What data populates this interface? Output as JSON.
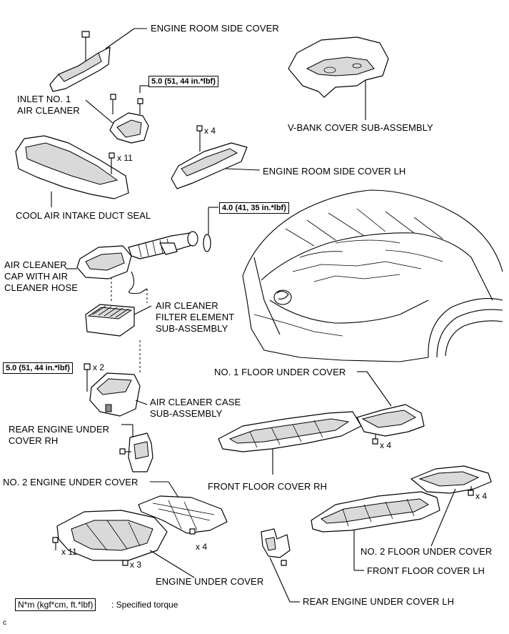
{
  "labels": {
    "engine_room_side_cover": "ENGINE ROOM SIDE COVER",
    "inlet_no1_air_cleaner": "INLET NO. 1\nAIR CLEANER",
    "v_bank_cover": "V-BANK COVER SUB-ASSEMBLY",
    "engine_room_side_cover_lh": "ENGINE ROOM SIDE COVER LH",
    "cool_air_intake_duct_seal": "COOL AIR INTAKE DUCT SEAL",
    "air_cleaner_cap": "AIR CLEANER\nCAP WITH AIR\nCLEANER HOSE",
    "air_cleaner_filter": "AIR CLEANER\nFILTER ELEMENT\nSUB-ASSEMBLY",
    "air_cleaner_case": "AIR CLEANER CASE\nSUB-ASSEMBLY",
    "no1_floor_under_cover": "NO. 1 FLOOR UNDER COVER",
    "rear_engine_under_cover_rh": "REAR ENGINE UNDER\nCOVER RH",
    "no2_engine_under_cover": "NO. 2 ENGINE UNDER COVER",
    "front_floor_cover_rh": "FRONT FLOOR COVER RH",
    "no2_floor_under_cover": "NO. 2 FLOOR UNDER COVER",
    "front_floor_cover_lh": "FRONT FLOOR COVER LH",
    "engine_under_cover": "ENGINE UNDER COVER",
    "rear_engine_under_cover_lh": "REAR ENGINE UNDER COVER LH"
  },
  "torques": {
    "inlet": "5.0 (51, 44 in.*lbf)",
    "air_cleaner_cap": "4.0 (41, 35 in.*lbf)",
    "air_cleaner_case": "5.0 (51, 44 in.*lbf)"
  },
  "quantities": {
    "side_cover_lh": "x 4",
    "duct_seal": "x 11",
    "case": "x 2",
    "no1_floor": "x 4",
    "no2_floor": "x 4",
    "no2_engine": "x 4",
    "engine_under_11": "x 11",
    "engine_under_3": "x 3"
  },
  "legend": {
    "unit": "N*m (kgf*cm, ft.*lbf)",
    "meaning": ": Specified torque"
  },
  "corner_mark": "c"
}
